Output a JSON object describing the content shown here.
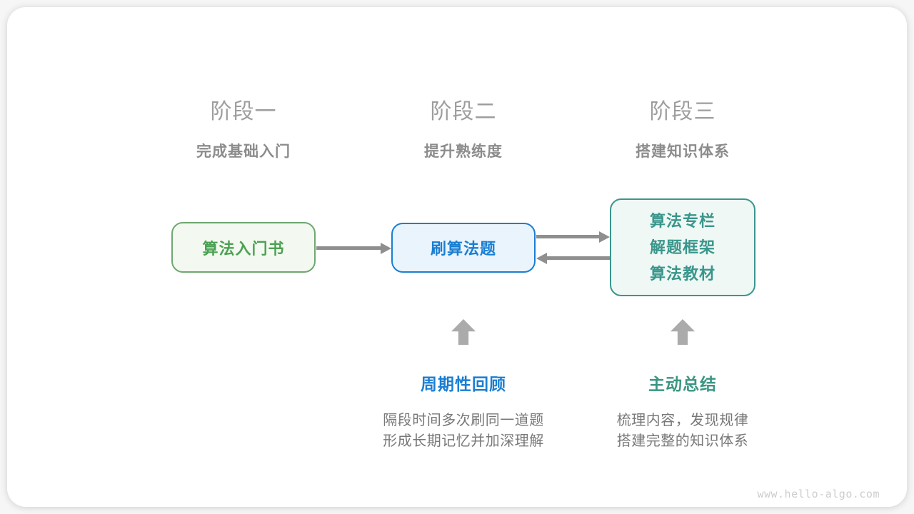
{
  "phases": [
    {
      "title": "阶段一",
      "subtitle": "完成基础入门"
    },
    {
      "title": "阶段二",
      "subtitle": "提升熟练度"
    },
    {
      "title": "阶段三",
      "subtitle": "搭建知识体系"
    }
  ],
  "nodes": {
    "intro_book": {
      "label": "算法入门书"
    },
    "practice": {
      "label": "刷算法题"
    },
    "advanced": {
      "lines": [
        "算法专栏",
        "解题框架",
        "算法教材"
      ]
    }
  },
  "callouts": {
    "review": {
      "title": "周期性回顾",
      "desc_line1": "隔段时间多次刷同一道题",
      "desc_line2": "形成长期记忆并加深理解"
    },
    "summary": {
      "title": "主动总结",
      "desc_line1": "梳理内容，发现规律",
      "desc_line2": "搭建完整的知识体系"
    }
  },
  "watermark": "www.hello-algo.com",
  "colors": {
    "green_text": "#4ca153",
    "green_border": "#6fa771",
    "green_bg": "#f3f9f1",
    "blue_text": "#1a7ed2",
    "blue_bg": "#eaf4fc",
    "teal_text": "#3a968c",
    "teal_bg": "#eff8f4",
    "callout_blue": "#1a7ed2",
    "callout_teal": "#3a9682",
    "connector_gray": "#8f8f8f",
    "block_arrow_gray": "#ababab",
    "phase_title_gray": "#9e9e9e",
    "phase_subtitle_gray": "#8c8c8c",
    "desc_gray": "#787878",
    "watermark_gray": "#cdcdcd"
  }
}
